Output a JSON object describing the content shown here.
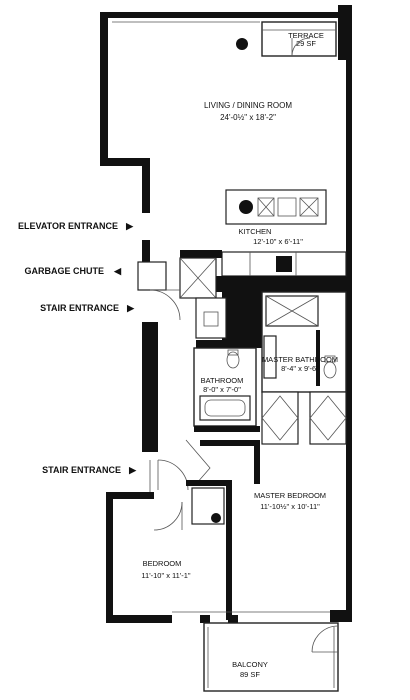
{
  "rooms": {
    "terrace": {
      "name": "TERRACE",
      "area": "29 SF"
    },
    "living": {
      "name": "LIVING / DINING ROOM",
      "dims": "24'-0½\" x 18'-2\""
    },
    "kitchen": {
      "name": "KITCHEN",
      "dims": "12'-10\" x 6'-11\""
    },
    "master_bath": {
      "name": "MASTER BATHROOM",
      "dims": "8'-4\" x 9'-6\""
    },
    "bathroom": {
      "name": "BATHROOM",
      "dims": "8'-0\" x 7'-0\""
    },
    "master_bedroom": {
      "name": "MASTER BEDROOM",
      "dims": "11'-10½\" x 10'-11\""
    },
    "bedroom": {
      "name": "BEDROOM",
      "dims": "11'-10\" x 11'-1\""
    },
    "balcony": {
      "name": "BALCONY",
      "area": "89 SF"
    }
  },
  "side_labels": {
    "elevator": "ELEVATOR ENTRANCE",
    "garbage": "GARBAGE CHUTE",
    "stair1": "STAIR ENTRANCE",
    "stair2": "STAIR ENTRANCE"
  },
  "arrow_glyphs": {
    "right": "▶",
    "left": "◀"
  }
}
